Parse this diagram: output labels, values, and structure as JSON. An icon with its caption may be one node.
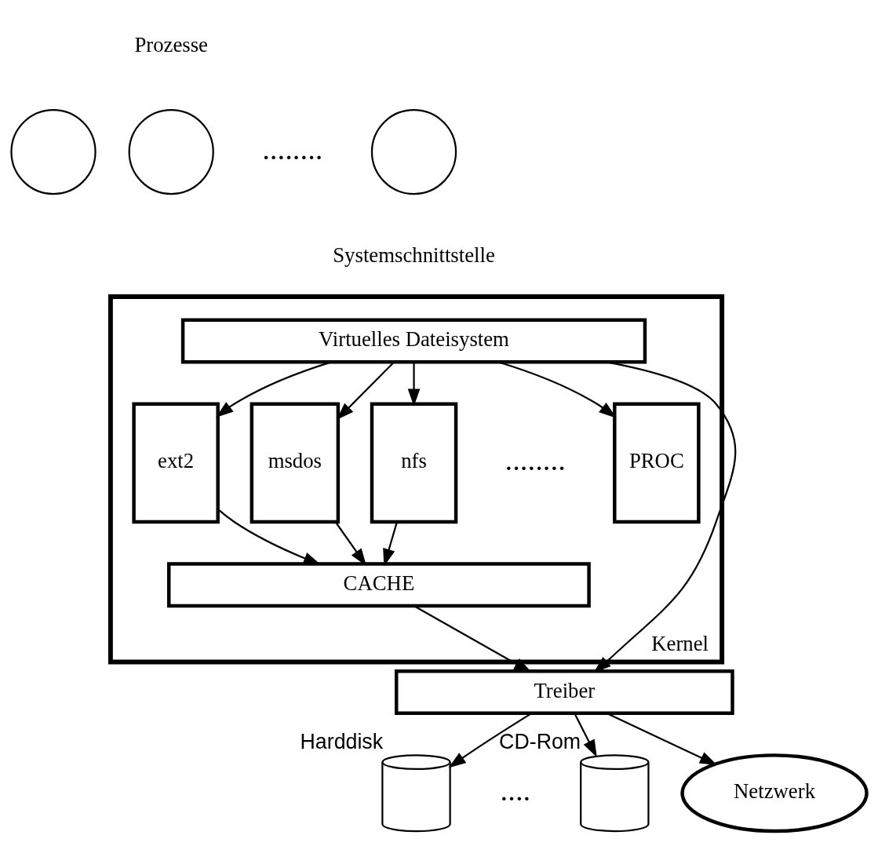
{
  "diagram": {
    "nodes": [
      {
        "text": [],
        "shape": "circle"
      },
      {
        "text": [],
        "shape": "circle"
      },
      {
        "text": [],
        "shape": "circle"
      },
      {
        "text": [
          "Kernel"
        ]
      },
      {
        "text": [
          "Virtuelles Dateisystem"
        ],
        "in": 3
      },
      {
        "text": [
          "ext2"
        ],
        "in": 3
      },
      {
        "text": [
          "msdos"
        ],
        "in": 3
      },
      {
        "text": [
          "nfs"
        ],
        "in": 3
      },
      {
        "text": [
          "PROC"
        ],
        "in": 3
      },
      {
        "text": [
          "CACHE"
        ],
        "in": 3
      },
      {
        "text": [
          "Treiber"
        ]
      },
      {
        "text": [],
        "shape": "cylinder",
        "beside": [
          "Harddisk"
        ]
      },
      {
        "text": [],
        "shape": "cylinder",
        "beside": [
          "CD-Rom"
        ]
      },
      {
        "text": [
          "Netzwerk"
        ]
      }
    ],
    "edges": [
      {
        "from": 4,
        "to": 5,
        "arrow": "to"
      },
      {
        "from": 4,
        "to": 6,
        "arrow": "to"
      },
      {
        "from": 4,
        "to": 7,
        "arrow": "to"
      },
      {
        "from": 4,
        "to": 8,
        "arrow": "to"
      },
      {
        "from": 5,
        "to": 9,
        "arrow": "to"
      },
      {
        "from": 6,
        "to": 9,
        "arrow": "to"
      },
      {
        "from": 7,
        "to": 9,
        "arrow": "to"
      },
      {
        "from": 4,
        "to": 10,
        "arrow": "to"
      },
      {
        "from": 9,
        "to": 10,
        "arrow": "to"
      },
      {
        "from": 10,
        "to": 11,
        "arrow": "to"
      },
      {
        "from": 10,
        "to": 12,
        "arrow": "to"
      },
      {
        "from": 10,
        "to": 13,
        "arrow": "to"
      }
    ],
    "labels": [
      "Prozesse",
      "........",
      "Systemschnittstelle",
      "........",
      "...."
    ]
  }
}
